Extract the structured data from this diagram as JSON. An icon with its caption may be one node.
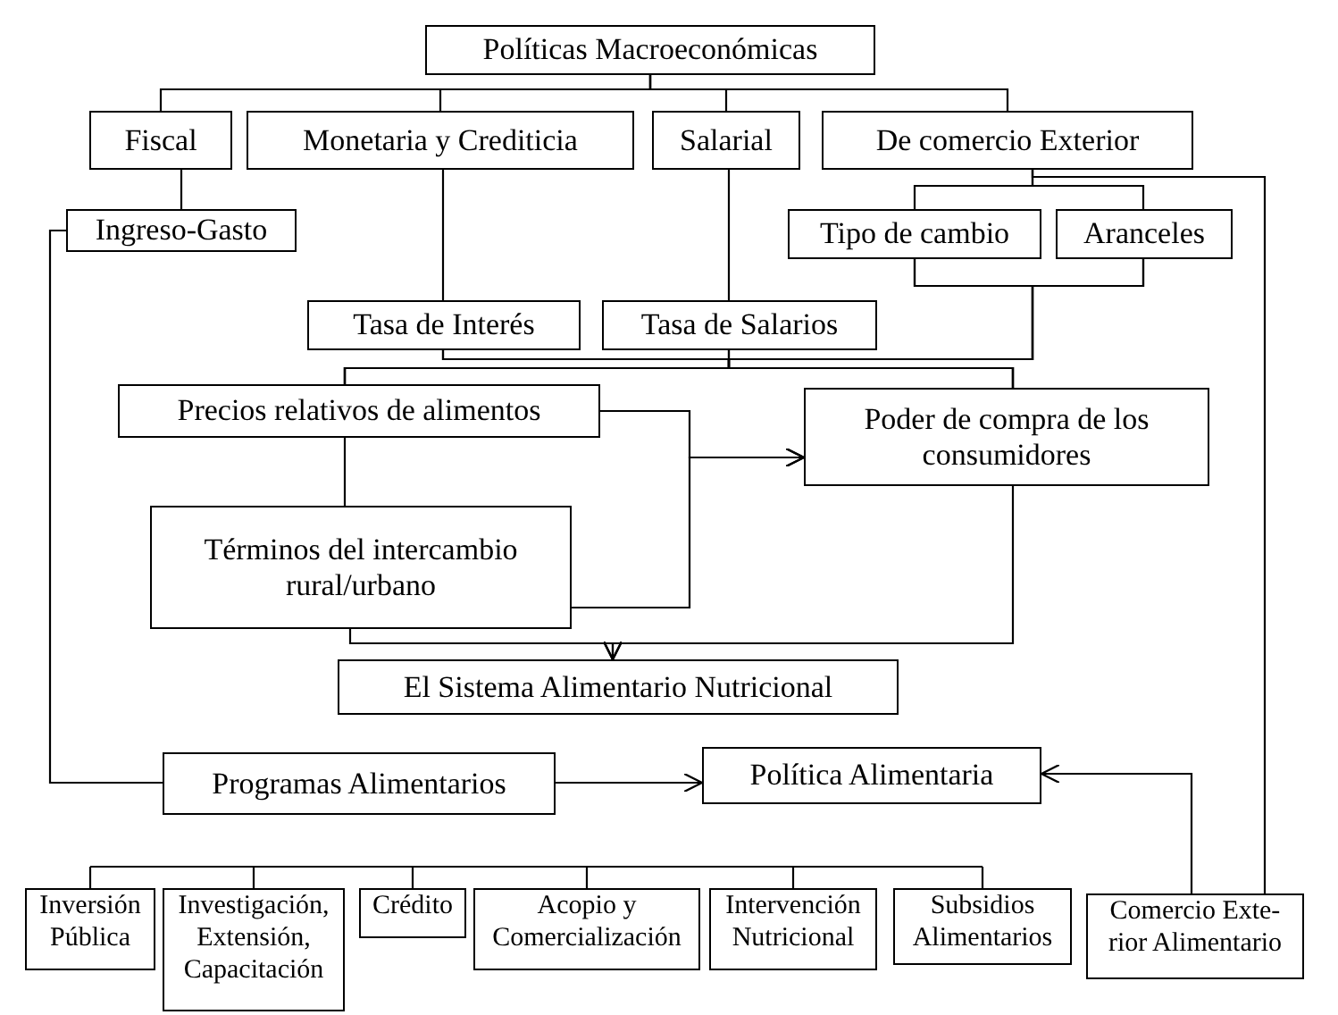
{
  "diagram": {
    "nodes": [
      {
        "text": [
          "Políticas Macroeconómicas"
        ]
      },
      {
        "text": [
          "Fiscal"
        ]
      },
      {
        "text": [
          "Monetaria y Crediticia"
        ]
      },
      {
        "text": [
          "Salarial"
        ]
      },
      {
        "text": [
          "De comercio Exterior"
        ]
      },
      {
        "text": [
          "Ingreso-Gasto"
        ]
      },
      {
        "text": [
          "Tipo de cambio"
        ]
      },
      {
        "text": [
          "Aranceles"
        ]
      },
      {
        "text": [
          "Tasa de Interés"
        ]
      },
      {
        "text": [
          "Tasa de Salarios"
        ]
      },
      {
        "text": [
          "Precios relativos de alimentos"
        ]
      },
      {
        "text": [
          "Poder de compra de los consumidores"
        ]
      },
      {
        "text": [
          "Términos del intercambio rural/urbano"
        ]
      },
      {
        "text": [
          "El Sistema Alimentario Nutricional"
        ]
      },
      {
        "text": [
          "Programas Alimentarios"
        ]
      },
      {
        "text": [
          "Política Alimentaria"
        ]
      },
      {
        "text": [
          "Inversión Pública"
        ]
      },
      {
        "text": [
          "Investigación, Extensión, Capacitación"
        ]
      },
      {
        "text": [
          "Crédito"
        ]
      },
      {
        "text": [
          "Acopio y Comercialización"
        ]
      },
      {
        "text": [
          "Intervención Nutricional"
        ]
      },
      {
        "text": [
          "Subsidios Alimentarios"
        ]
      },
      {
        "text": [
          "Comercio Exte- rior Alimentario"
        ]
      }
    ],
    "edges": [
      {
        "from": 0,
        "to": 1,
        "arrow": "none"
      },
      {
        "from": 0,
        "to": 2,
        "arrow": "none"
      },
      {
        "from": 0,
        "to": 3,
        "arrow": "none"
      },
      {
        "from": 0,
        "to": 4,
        "arrow": "none"
      },
      {
        "from": 1,
        "to": 5,
        "arrow": "none"
      },
      {
        "from": 4,
        "to": 6,
        "arrow": "none"
      },
      {
        "from": 4,
        "to": 7,
        "arrow": "none"
      },
      {
        "from": 4,
        "to": 22,
        "arrow": "none"
      },
      {
        "from": 5,
        "to": 14,
        "arrow": "none"
      },
      {
        "from": 2,
        "to": 8,
        "arrow": "none"
      },
      {
        "from": 3,
        "to": 9,
        "arrow": "none"
      },
      {
        "from": 8,
        "to": 10,
        "arrow": "none"
      },
      {
        "from": 8,
        "to": 11,
        "arrow": "none"
      },
      {
        "from": 9,
        "to": 10,
        "arrow": "none"
      },
      {
        "from": 9,
        "to": 11,
        "arrow": "none"
      },
      {
        "from": 6,
        "to": 10,
        "arrow": "none"
      },
      {
        "from": 6,
        "to": 11,
        "arrow": "none"
      },
      {
        "from": 7,
        "to": 10,
        "arrow": "none"
      },
      {
        "from": 7,
        "to": 11,
        "arrow": "none"
      },
      {
        "from": 10,
        "to": 11,
        "arrow": "to"
      },
      {
        "from": 12,
        "to": 11,
        "arrow": "to"
      },
      {
        "from": 10,
        "to": 12,
        "arrow": "none"
      },
      {
        "from": 12,
        "to": 13,
        "arrow": "to"
      },
      {
        "from": 11,
        "to": 13,
        "arrow": "to"
      },
      {
        "from": 14,
        "to": 15,
        "arrow": "to"
      },
      {
        "from": 22,
        "to": 15,
        "arrow": "to"
      }
    ]
  }
}
